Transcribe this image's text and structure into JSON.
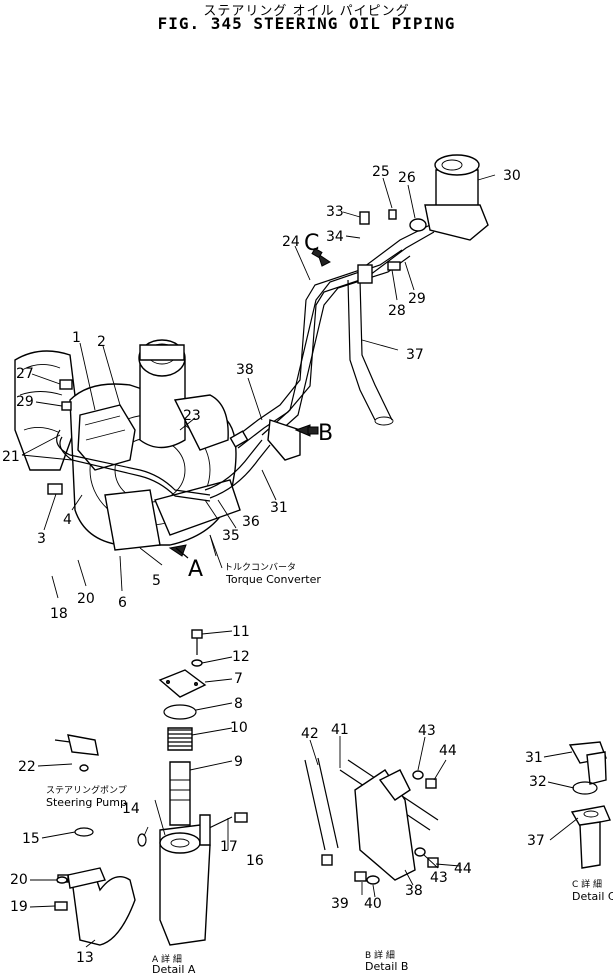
{
  "title": {
    "japanese": "ステアリング オイル パイピング",
    "english": "FIG. 345  STEERING OIL PIPING"
  },
  "callouts": [
    "1",
    "2",
    "3",
    "4",
    "5",
    "6",
    "7",
    "8",
    "9",
    "10",
    "11",
    "12",
    "13",
    "14",
    "15",
    "16",
    "17",
    "18",
    "19",
    "20",
    "21",
    "22",
    "23",
    "24",
    "25",
    "26",
    "27",
    "28",
    "29",
    "30",
    "31",
    "32",
    "33",
    "34",
    "35",
    "36",
    "37",
    "38",
    "39",
    "40",
    "41",
    "42",
    "43",
    "44"
  ],
  "view_markers": {
    "a": "A",
    "b": "B",
    "c": "C"
  },
  "notes": {
    "torque_converter_jp": "トルクコンバータ",
    "torque_converter_en": "Torque Converter",
    "steering_pump_jp": "ステアリングポンプ",
    "steering_pump_en": "Steering Pump"
  },
  "details": {
    "a_jp": "A 詳 細",
    "a_en": "Detail A",
    "b_jp": "B 詳 細",
    "b_en": "Detail B",
    "c_jp": "C 詳 細",
    "c_en": "Detail C"
  }
}
